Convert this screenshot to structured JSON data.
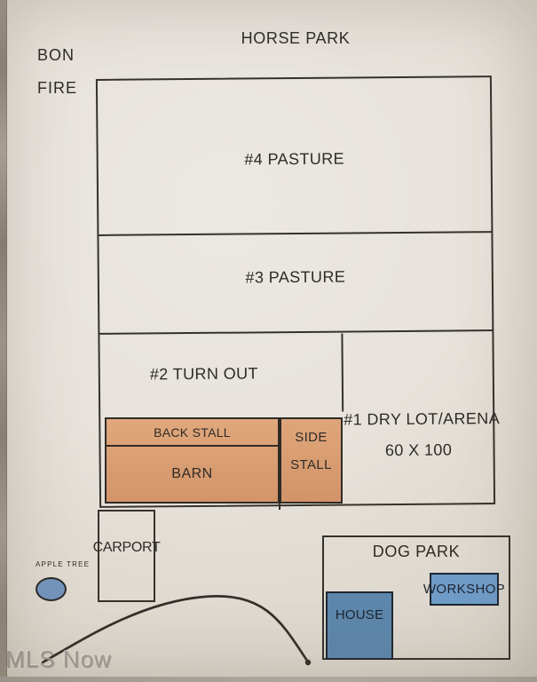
{
  "plan": {
    "title": "HORSE PARK",
    "bonfire_line1": "BON",
    "bonfire_line2": "FIRE",
    "watermark": "MLS Now",
    "areas": {
      "pasture4": "#4 PASTURE",
      "pasture3": "#3 PASTURE",
      "turnout": "#2 TURN OUT",
      "drylot_line1": "#1 DRY LOT/ARENA",
      "drylot_line2": "60 X 100",
      "back_stall": "BACK STALL",
      "barn": "BARN",
      "side_stall_line1": "SIDE",
      "side_stall_line2": "STALL",
      "carport": "CARPORT",
      "apple_tree": "APPLE TREE",
      "dog_park": "DOG PARK",
      "house": "HOUSE",
      "workshop": "WORKSHOP"
    },
    "colors": {
      "barn_fill": "#d99c6e",
      "house_fill": "#5d87ac",
      "workshop_fill": "#6f9cc7",
      "apple_tree_fill": "#7495bd",
      "line": "#35322c",
      "paper": "#e7e2db"
    }
  }
}
